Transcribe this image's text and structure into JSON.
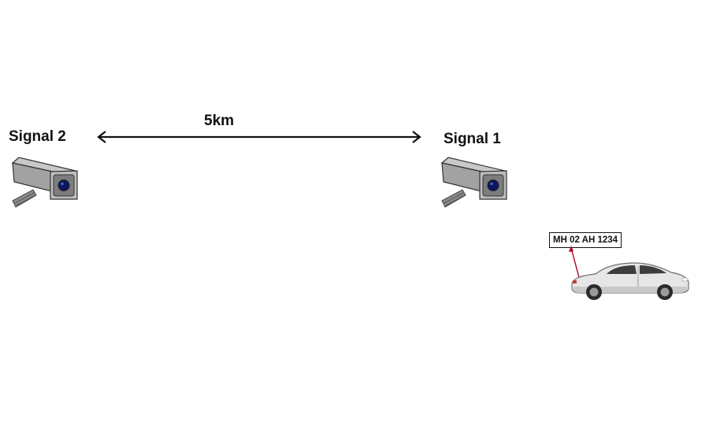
{
  "signals": {
    "left_label": "Signal 2",
    "right_label": "Signal 1",
    "left_icon": "surveillance-camera-icon",
    "right_icon": "surveillance-camera-icon"
  },
  "distance": {
    "label": "5km"
  },
  "vehicle": {
    "plate_text": "MH 02 AH 1234",
    "icon": "car-icon"
  },
  "colors": {
    "camera_body": "#9c9c9c",
    "camera_lens": "#0d1760",
    "pointer": "#b00020",
    "text": "#111111"
  }
}
